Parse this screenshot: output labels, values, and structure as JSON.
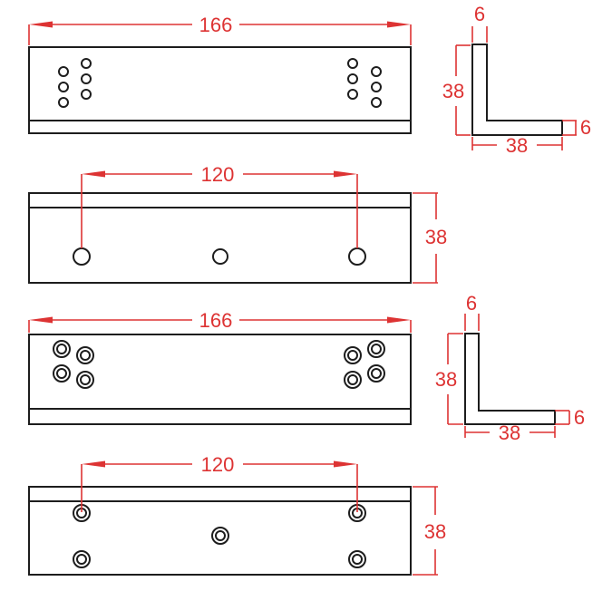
{
  "drawing": {
    "type": "technical-dimension-drawing",
    "subject": "L-angle bracket, two variants (plain holes and counterbored holes), front / top / side profile views",
    "colors": {
      "dimension_red": "#dd3333",
      "outline_black": "#1d1d1d",
      "background": "#ffffff"
    },
    "views": {
      "bracket1_front": {
        "dim_length": "166"
      },
      "bracket1_profile": {
        "dim_thickness_top": "6",
        "dim_leg_height": "38",
        "dim_leg_width": "38",
        "dim_thickness_right": "6"
      },
      "bracket1_top": {
        "dim_hole_spacing": "120",
        "dim_depth": "38"
      },
      "bracket2_front": {
        "dim_length": "166"
      },
      "bracket2_profile": {
        "dim_thickness_top": "6",
        "dim_leg_height": "38",
        "dim_leg_width": "38",
        "dim_thickness_right": "6"
      },
      "bracket2_top": {
        "dim_hole_spacing": "120",
        "dim_depth": "38"
      }
    }
  }
}
